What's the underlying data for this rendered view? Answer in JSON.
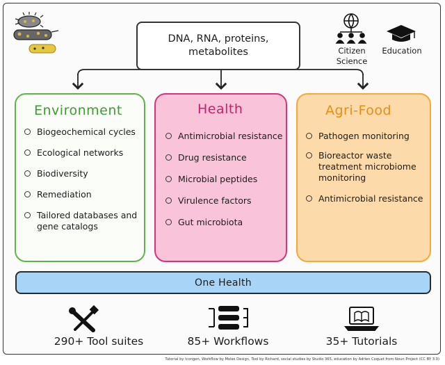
{
  "center_box": {
    "line1": "DNA, RNA, proteins,",
    "line2": "metabolites"
  },
  "top_right": {
    "citizen_science": {
      "line1": "Citizen",
      "line2": "Science",
      "icon": "people-network-icon"
    },
    "education": {
      "label": "Education",
      "icon": "graduation-cap-icon"
    }
  },
  "cards": {
    "environment": {
      "title": "Environment",
      "color": "#5fb34a",
      "items": [
        "Biogeochemical cycles",
        "Ecological networks",
        "Biodiversity",
        "Remediation",
        "Tailored databases and gene catalogs"
      ]
    },
    "health": {
      "title": "Health",
      "color": "#d3357f",
      "items": [
        "Antimicrobial resistance",
        "Drug resistance",
        "Microbial peptides",
        "Virulence factors",
        "Gut microbiota"
      ]
    },
    "agrifood": {
      "title": "Agri-Food",
      "color": "#f3a93b",
      "items": [
        "Pathogen monitoring",
        "Bioreactor waste treatment microbiome monitoring",
        "Antimicrobial resistance"
      ]
    }
  },
  "one_health": "One Health",
  "stats": {
    "tools": {
      "label": "290+ Tool suites",
      "icon": "tools-icon"
    },
    "workflows": {
      "label": "85+ Workflows",
      "icon": "workflow-icon"
    },
    "tutorials": {
      "label": "35+ Tutorials",
      "icon": "laptop-book-icon"
    }
  },
  "credits": "Tutorial by Icongen, Workflow by Moles Design, Tool by Richard, social studies by Studio 365, education by Adrien Coquet from Noun Project (CC BY 3.0)"
}
